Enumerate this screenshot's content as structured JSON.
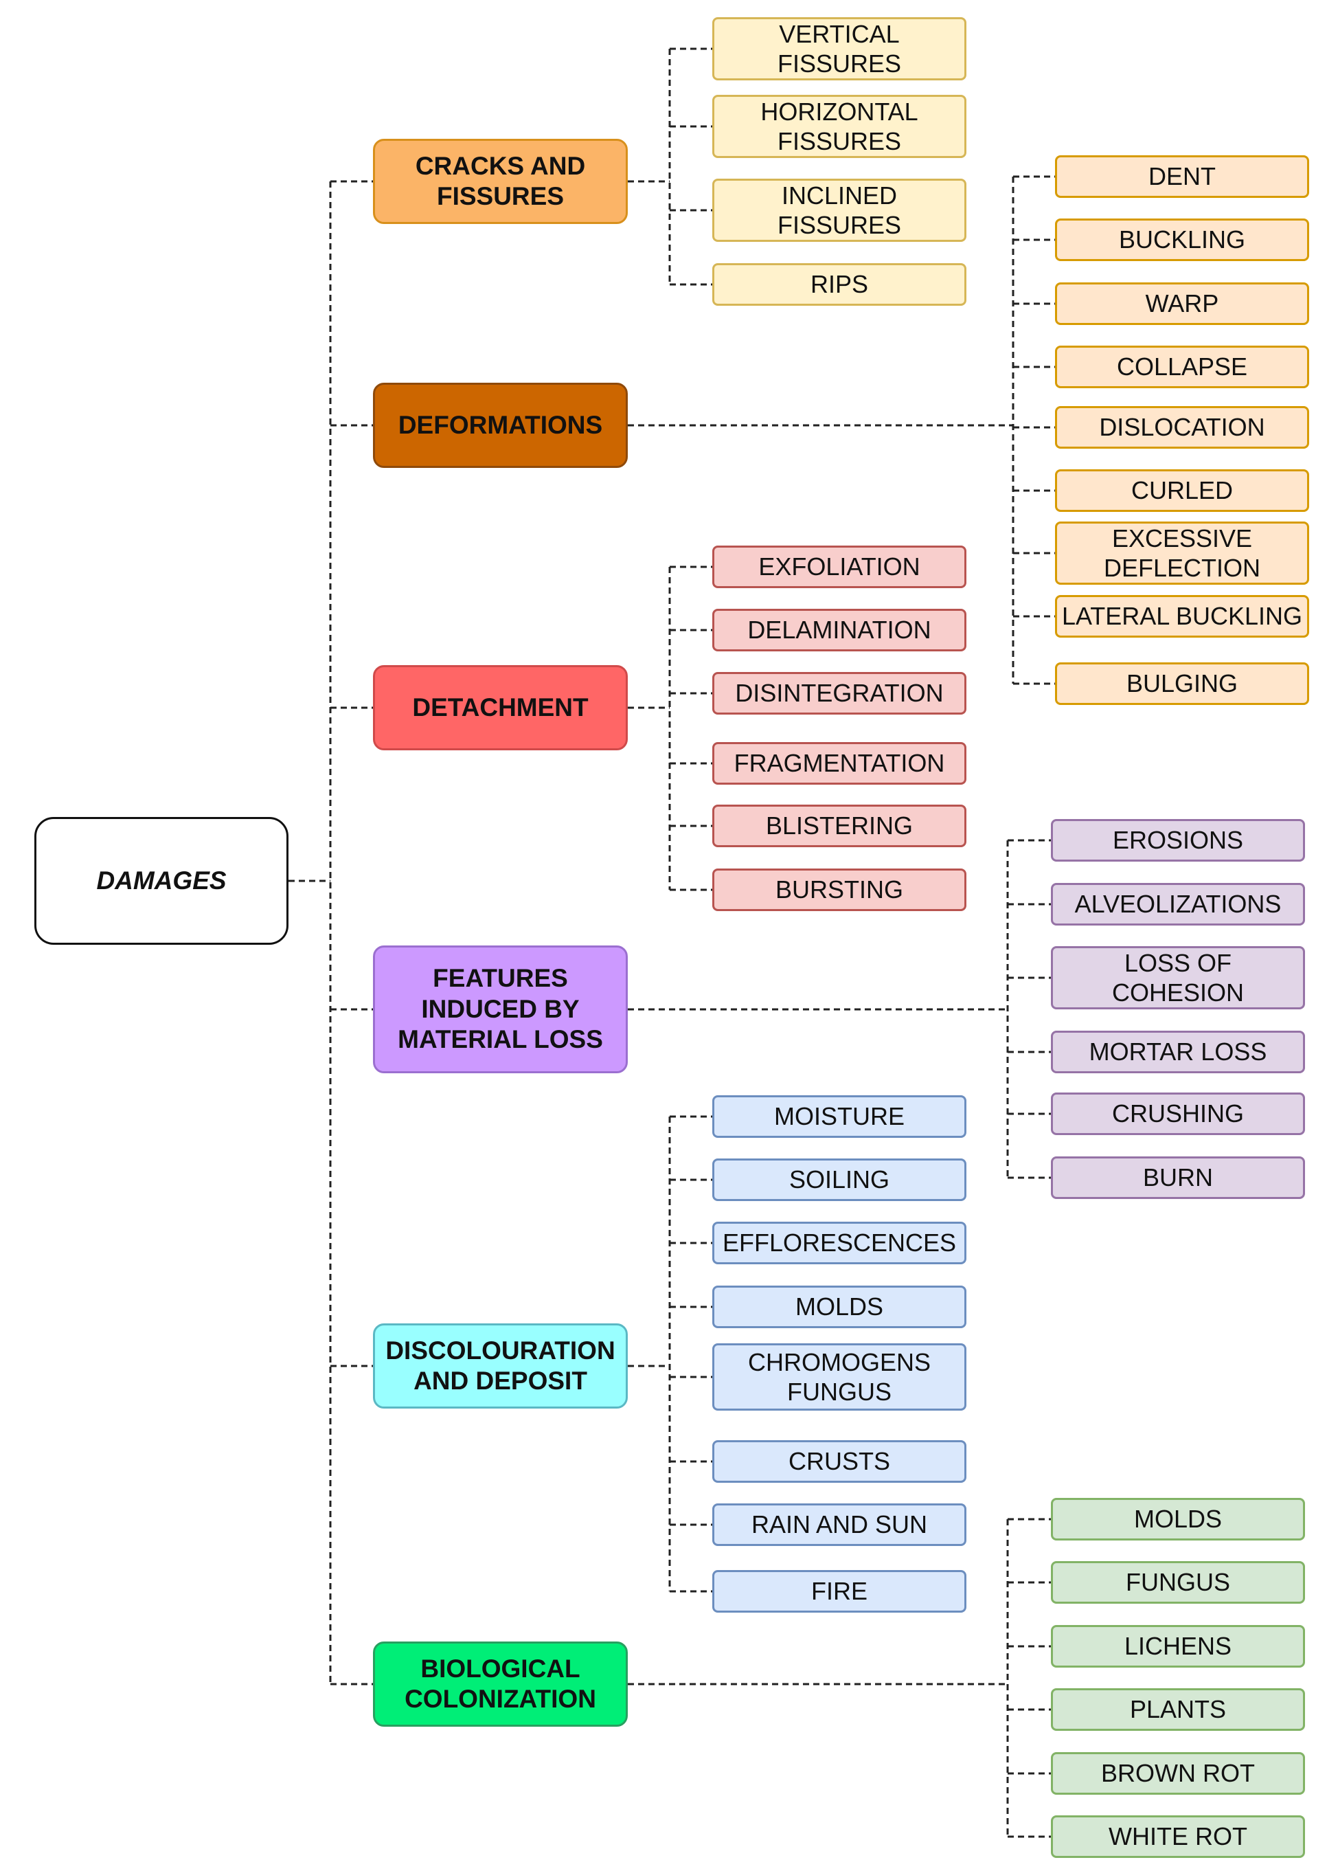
{
  "root": {
    "label": "DAMAGES"
  },
  "categories": [
    {
      "label": "CRACKS AND\nFISSURES",
      "color": "#FBB467",
      "border": "#D8901C",
      "leaf_color": "#FFF2CC",
      "leaf_border": "#D6B656",
      "items": [
        "VERTICAL\nFISSURES",
        "HORIZONTAL\nFISSURES",
        "INCLINED\nFISSURES",
        "RIPS"
      ]
    },
    {
      "label": "DEFORMATIONS",
      "color": "#CC6600",
      "border": "#8F4A0A",
      "leaf_color": "#FFE6CC",
      "leaf_border": "#D79B00",
      "items": [
        "DENT",
        "BUCKLING",
        "WARP",
        "COLLAPSE",
        "DISLOCATION",
        "CURLED",
        "EXCESSIVE\nDEFLECTION",
        "LATERAL BUCKLING",
        "BULGING"
      ]
    },
    {
      "label": "DETACHMENT",
      "color": "#FF6666",
      "border": "#D04A4A",
      "leaf_color": "#F8CECC",
      "leaf_border": "#B85450",
      "items": [
        "EXFOLIATION",
        "DELAMINATION",
        "DISINTEGRATION",
        "FRAGMENTATION",
        "BLISTERING",
        "BURSTING"
      ]
    },
    {
      "label": "FEATURES\nINDUCED BY\nMATERIAL LOSS",
      "color": "#CC99FF",
      "border": "#9B6FD0",
      "leaf_color": "#E1D5E7",
      "leaf_border": "#9673A6",
      "items": [
        "EROSIONS",
        "ALVEOLIZATIONS",
        "LOSS OF\nCOHESION",
        "MORTAR LOSS",
        "CRUSHING",
        "BURN"
      ]
    },
    {
      "label": "DISCOLOURATION\nAND DEPOSIT",
      "color": "#99FFFF",
      "border": "#5BB8C4",
      "leaf_color": "#DAE8FC",
      "leaf_border": "#6C8EBF",
      "items": [
        "MOISTURE",
        "SOILING",
        "EFFLORESCENCES",
        "MOLDS",
        "CHROMOGENS\nFUNGUS",
        "CRUSTS",
        "RAIN AND SUN",
        "FIRE"
      ]
    },
    {
      "label": "BIOLOGICAL\nCOLONIZATION",
      "color": "#00EE77",
      "border": "#28A060",
      "leaf_color": "#D5E8D4",
      "leaf_border": "#82B366",
      "items": [
        "MOLDS",
        "FUNGUS",
        "LICHENS",
        "PLANTS",
        "BROWN ROT",
        "WHITE ROT"
      ]
    }
  ]
}
